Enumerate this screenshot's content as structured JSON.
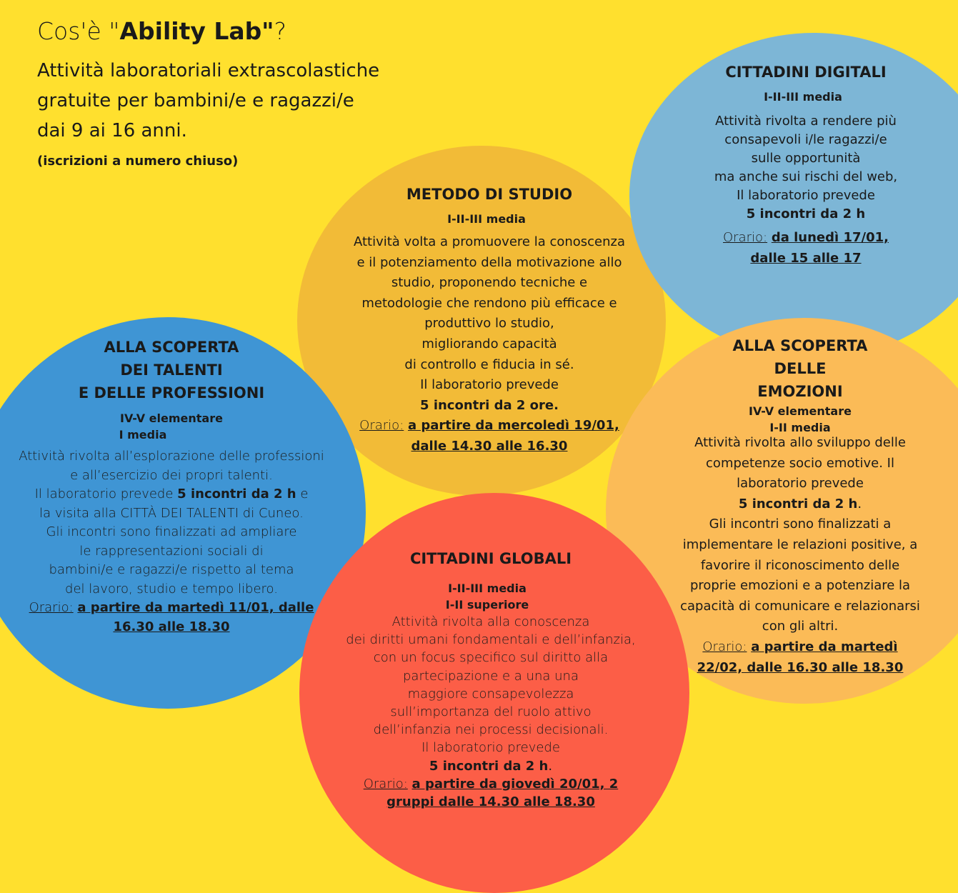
{
  "header": {
    "title_prefix": "Cos'è \"",
    "title_bold": "Ability Lab\"",
    "title_suffix": "?",
    "subtitle": "Attività laboratoriali extrascolastiche\ngratuite per bambini/e e ragazzi/e\ndai 9 ai 16 anni.",
    "note": "(iscrizioni a numero chiuso)"
  },
  "colors": {
    "background": "#FFE02E",
    "metodo": "#F2BB37",
    "digitali": "#7DB6D6",
    "talenti": "#3F95D4",
    "emozioni": "#FBBB57",
    "globali": "#FC5E47"
  },
  "metodo": {
    "title": "METODO DI STUDIO",
    "level": "I-II-III media",
    "description": "Attività volta a promuovere la conoscenza\ne il potenziamento della motivazione allo\nstudio, proponendo tecniche e\nmetodologie che rendono più efficace e\nproduttivo lo studio,\nmigliorando capacità\ndi controllo e fiducia in sé.\nIl laboratorio prevede",
    "sessions": "5 incontri da 2 ore.",
    "schedule_label": "Orario:",
    "schedule_value": "a partire da mercoledì 19/01,\ndalle 14.30 alle 16.30"
  },
  "digitali": {
    "title": "CITTADINI DIGITALI",
    "level": "I-II-III media",
    "description": "Attività rivolta a rendere più\nconsapevoli i/le ragazzi/e\nsulle opportunità\nma anche sui rischi del web,\nIl laboratorio prevede",
    "sessions": "5 incontri da 2 h",
    "schedule_label": "Orario:",
    "schedule_value": "da lunedì 17/01,\ndalle 15 alle 17"
  },
  "talenti": {
    "title": "ALLA SCOPERTA\nDEI TALENTI\nE DELLE PROFESSIONI",
    "level_1": "IV-V elementare",
    "level_2": "I media",
    "description_1": "Attività rivolta all’esplorazione delle professioni\ne all’esercizio dei propri talenti.\nIl laboratorio prevede",
    "sessions": "5 incontri da 2 h",
    "description_2": " e\nla visita alla CITTÀ DEI TALENTI di Cuneo.\nGli incontri sono finalizzati ad ampliare\nle rappresentazioni sociali di\nbambini/e e ragazzi/e rispetto al tema\ndel lavoro, studio e tempo libero.",
    "schedule_label": "Orario:",
    "schedule_value": "a partire da martedì 11/01, dalle\n16.30 alle 18.30"
  },
  "emozioni": {
    "title": "ALLA SCOPERTA\nDELLE\nEMOZIONI",
    "level_1": "IV-V elementare",
    "level_2": "I-II media",
    "description_1": "Attività rivolta allo sviluppo delle\ncompetenze socio emotive. Il\nlaboratorio prevede",
    "sessions": "5 incontri da 2 h",
    "description_2": ".\nGli incontri sono finalizzati a\nimplementare le relazioni positive, a\nfavorire il riconoscimento delle\nproprie emozioni e a potenziare la\ncapacità di comunicare e relazionarsi\ncon gli altri.",
    "schedule_label": "Orario:",
    "schedule_value": "a partire da martedì\n22/02, dalle 16.30 alle 18.30"
  },
  "globali": {
    "title": "CITTADINI GLOBALI",
    "level_1": "I-II-III media",
    "level_2": "I-II superiore",
    "description": "Attività rivolta alla conoscenza\ndei diritti umani fondamentali e dell’infanzia,\ncon un focus specifico sul diritto alla\npartecipazione e a una una\nmaggiore consapevolezza\nsull’importanza del ruolo attivo\ndell’infanzia nei processi decisionali.\nIl laboratorio prevede",
    "sessions": "5 incontri da 2 h",
    "sessions_suffix": ".",
    "schedule_label": "Orario:",
    "schedule_value": "a partire da giovedì 20/01, 2\ngruppi dalle 14.30 alle 18.30"
  }
}
